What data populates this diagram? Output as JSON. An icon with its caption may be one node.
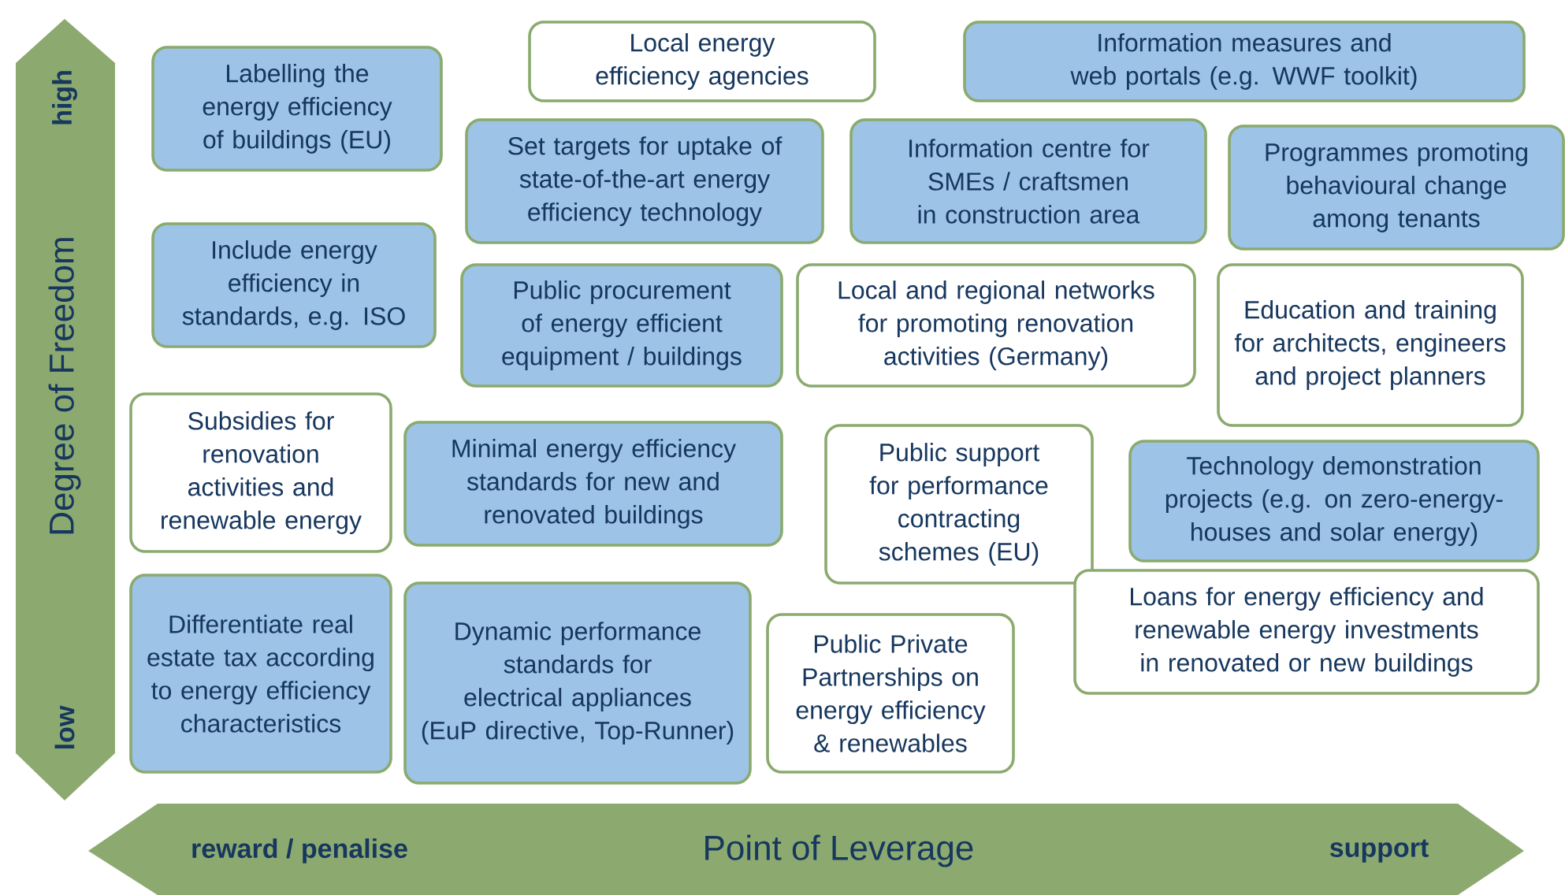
{
  "diagram": {
    "nodes": [
      {
        "text": [
          "Labelling the energy efficiency of buildings (EU)"
        ]
      },
      {
        "text": [
          "Local energy efficiency agencies"
        ]
      },
      {
        "text": [
          "Information measures and web portals (e.g. WWF toolkit)"
        ]
      },
      {
        "text": [
          "Set targets for uptake of state-of-the-art energy efficiency technology"
        ]
      },
      {
        "text": [
          "Information centre for SMEs / craftsmen in construction area"
        ]
      },
      {
        "text": [
          "Programmes promoting behavioural change among tenants"
        ]
      },
      {
        "text": [
          "Include energy efficiency in standards, e.g. ISO"
        ]
      },
      {
        "text": [
          "Public procurement of energy efficient equipment / buildings"
        ]
      },
      {
        "text": [
          "Local and regional networks for promoting renovation activities (Germany)"
        ]
      },
      {
        "text": [
          "Education and training for architects, engineers and project planners"
        ]
      },
      {
        "text": [
          "Subsidies for renovation activities and renewable energy"
        ]
      },
      {
        "text": [
          "Minimal energy efficiency standards for new and renovated buildings"
        ]
      },
      {
        "text": [
          "Public support for performance contracting schemes (EU)"
        ]
      },
      {
        "text": [
          "Technology demonstration projects (e.g. on zero-energy-houses and solar energy)"
        ]
      },
      {
        "text": [
          "Loans for energy efficiency and renewable energy investments in renovated or new buildings"
        ]
      },
      {
        "text": [
          "Differentiate real estate tax according to energy efficiency characteristics"
        ]
      },
      {
        "text": [
          "Dynamic performance standards for electrical appliances",
          "(EuP directive, Top-Runner)"
        ]
      },
      {
        "text": [
          "Public Private Partnerships on energy efficiency & renewables"
        ]
      }
    ],
    "edges": [],
    "labels": [
      "high",
      "Degree of Freedom",
      "low",
      "reward / penalise",
      "Point of Leverage",
      "support"
    ]
  }
}
